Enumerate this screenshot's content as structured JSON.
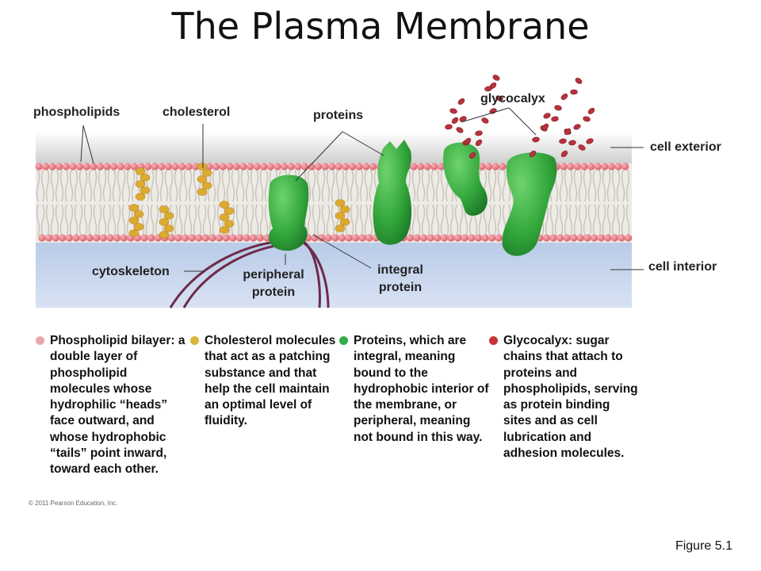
{
  "title": "The Plasma Membrane",
  "labels": {
    "phospholipids": "phospholipids",
    "cholesterol": "cholesterol",
    "proteins": "proteins",
    "glycocalyx": "glycocalyx",
    "cell_exterior": "cell exterior",
    "cell_interior": "cell interior",
    "cytoskeleton": "cytoskeleton",
    "peripheral_protein": "peripheral protein",
    "integral_protein": "integral protein"
  },
  "legend": [
    {
      "text": "Phospholipid bilayer: a double layer of phospholipid molecules whose hydrophilic “heads” face outward, and whose hydrophobic “tails” point inward, toward each other.",
      "color": "#e8a8a8"
    },
    {
      "text": "Cholesterol molecules that act as a patching substance and that help the cell maintain an optimal level of fluidity.",
      "color": "#d9b53a"
    },
    {
      "text": "Proteins, which are integral, meaning bound to the hydrophobic interior of the membrane, or peripheral, meaning not bound in this way.",
      "color": "#2fae4a"
    },
    {
      "text": "Glycocalyx: sugar chains that attach to proteins and phospholipids, serving as protein binding sites and as cell lubrication and adhesion molecules.",
      "color": "#c8323a"
    }
  ],
  "colors": {
    "head": "#e0737d",
    "cholesterol": "#dcaa30",
    "protein": "#3cb54a",
    "sugar": "#b8323c",
    "exterior": "#d2d2d2",
    "interior": "#c4d4ec"
  },
  "copyright": "© 2011 Pearson Education, Inc.",
  "figure": "Figure 5.1"
}
